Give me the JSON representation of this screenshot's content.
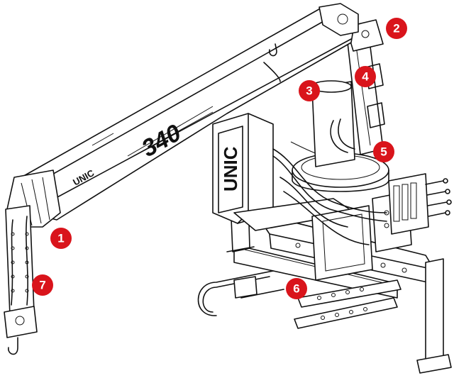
{
  "brand": {
    "boom_logo": "UNIC",
    "boom_model": "340",
    "column_logo": "UNIC"
  },
  "callouts": [
    {
      "id": "1",
      "label": "1"
    },
    {
      "id": "2",
      "label": "2"
    },
    {
      "id": "3",
      "label": "3"
    },
    {
      "id": "4",
      "label": "4"
    },
    {
      "id": "5",
      "label": "5"
    },
    {
      "id": "6",
      "label": "6"
    },
    {
      "id": "7",
      "label": "7"
    }
  ],
  "colors": {
    "callout_fill": "#d9141b",
    "callout_text": "#ffffff",
    "line": "#111111",
    "background": "#ffffff"
  }
}
